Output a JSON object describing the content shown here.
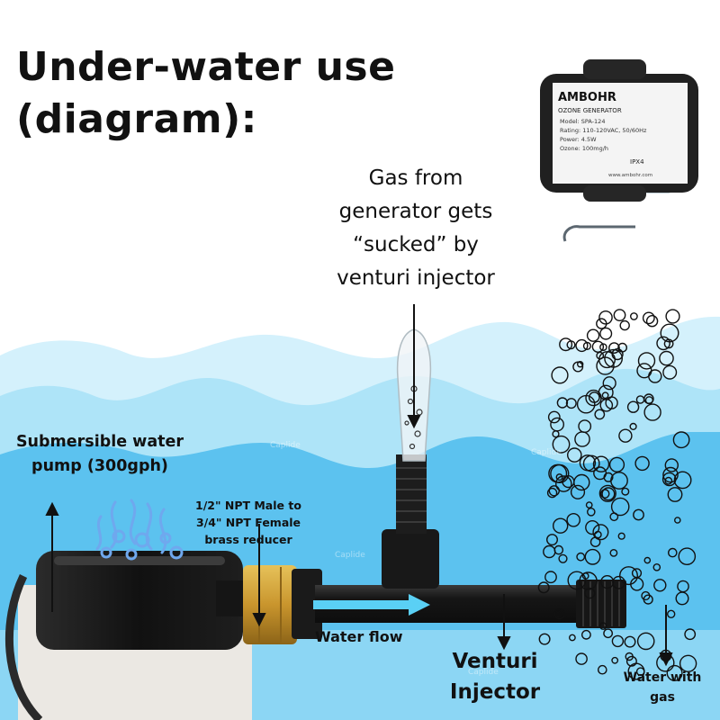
{
  "title": [
    "Under-water use",
    "(diagram):"
  ],
  "gas_label": [
    "Gas from",
    "generator gets",
    "“sucked” by",
    "venturi injector"
  ],
  "pump_label": [
    "Submersible water",
    "pump (300gph)"
  ],
  "reducer_label": [
    "1/2\" NPT Male to",
    "3/4\" NPT Female",
    "brass reducer"
  ],
  "flow_label": "Water flow",
  "venturi_label": [
    "Venturi",
    "Injector"
  ],
  "water_gas_label": [
    "Water with",
    "gas"
  ],
  "generator_label": {
    "brand": "AMBOHR",
    "product": "OZONE GENERATOR",
    "specs": [
      "Model: SPA-124",
      "Rating: 110-120VAC, 50/60Hz",
      "Power: 4.5W",
      "Ozone: 100mg/h"
    ],
    "rating_mark": "IPX4",
    "website": "www.ambohr.com"
  },
  "watermark": "Caplide",
  "colors": {
    "water_light": "#d4f1fc",
    "water_mid": "#aee4f8",
    "water_deep": "#5cc2ef",
    "water_bottom": "#8cd6f4",
    "plastic": "#1c1c1c",
    "brass": "#c9952d",
    "flow_arrow": "#5ad0f5"
  }
}
